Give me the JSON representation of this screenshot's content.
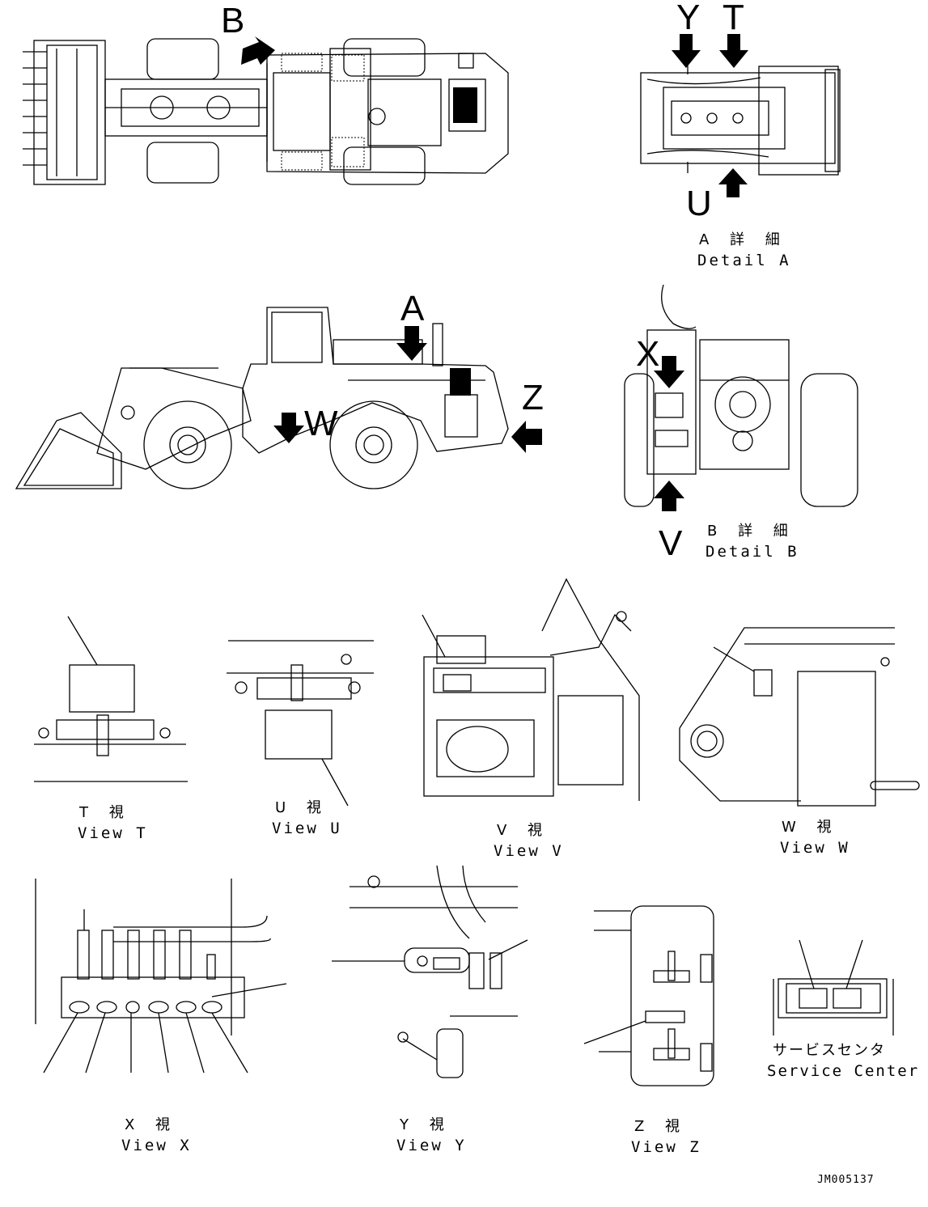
{
  "callouts": {
    "A": "A",
    "B": "B",
    "T": "T",
    "U": "U",
    "V": "V",
    "W": "W",
    "X": "X",
    "Y": "Y",
    "Z": "Z"
  },
  "details": [
    {
      "id": "detail-a",
      "jp": "A 詳 細",
      "en": "Detail A"
    },
    {
      "id": "detail-b",
      "jp": "B 詳 細",
      "en": "Detail B"
    }
  ],
  "views": {
    "t": {
      "jp": "T 視",
      "en": "View T"
    },
    "u": {
      "jp": "U 視",
      "en": "View U"
    },
    "v": {
      "jp": "V 視",
      "en": "View V"
    },
    "w": {
      "jp": "W 視",
      "en": "View W"
    },
    "x": {
      "jp": "X 視",
      "en": "View X"
    },
    "y": {
      "jp": "Y 視",
      "en": "View Y"
    },
    "z": {
      "jp": "Z 視",
      "en": "View Z"
    }
  },
  "service_center": {
    "jp": "サービスセンタ",
    "en": "Service Center"
  },
  "drawing_code": "JM005137"
}
